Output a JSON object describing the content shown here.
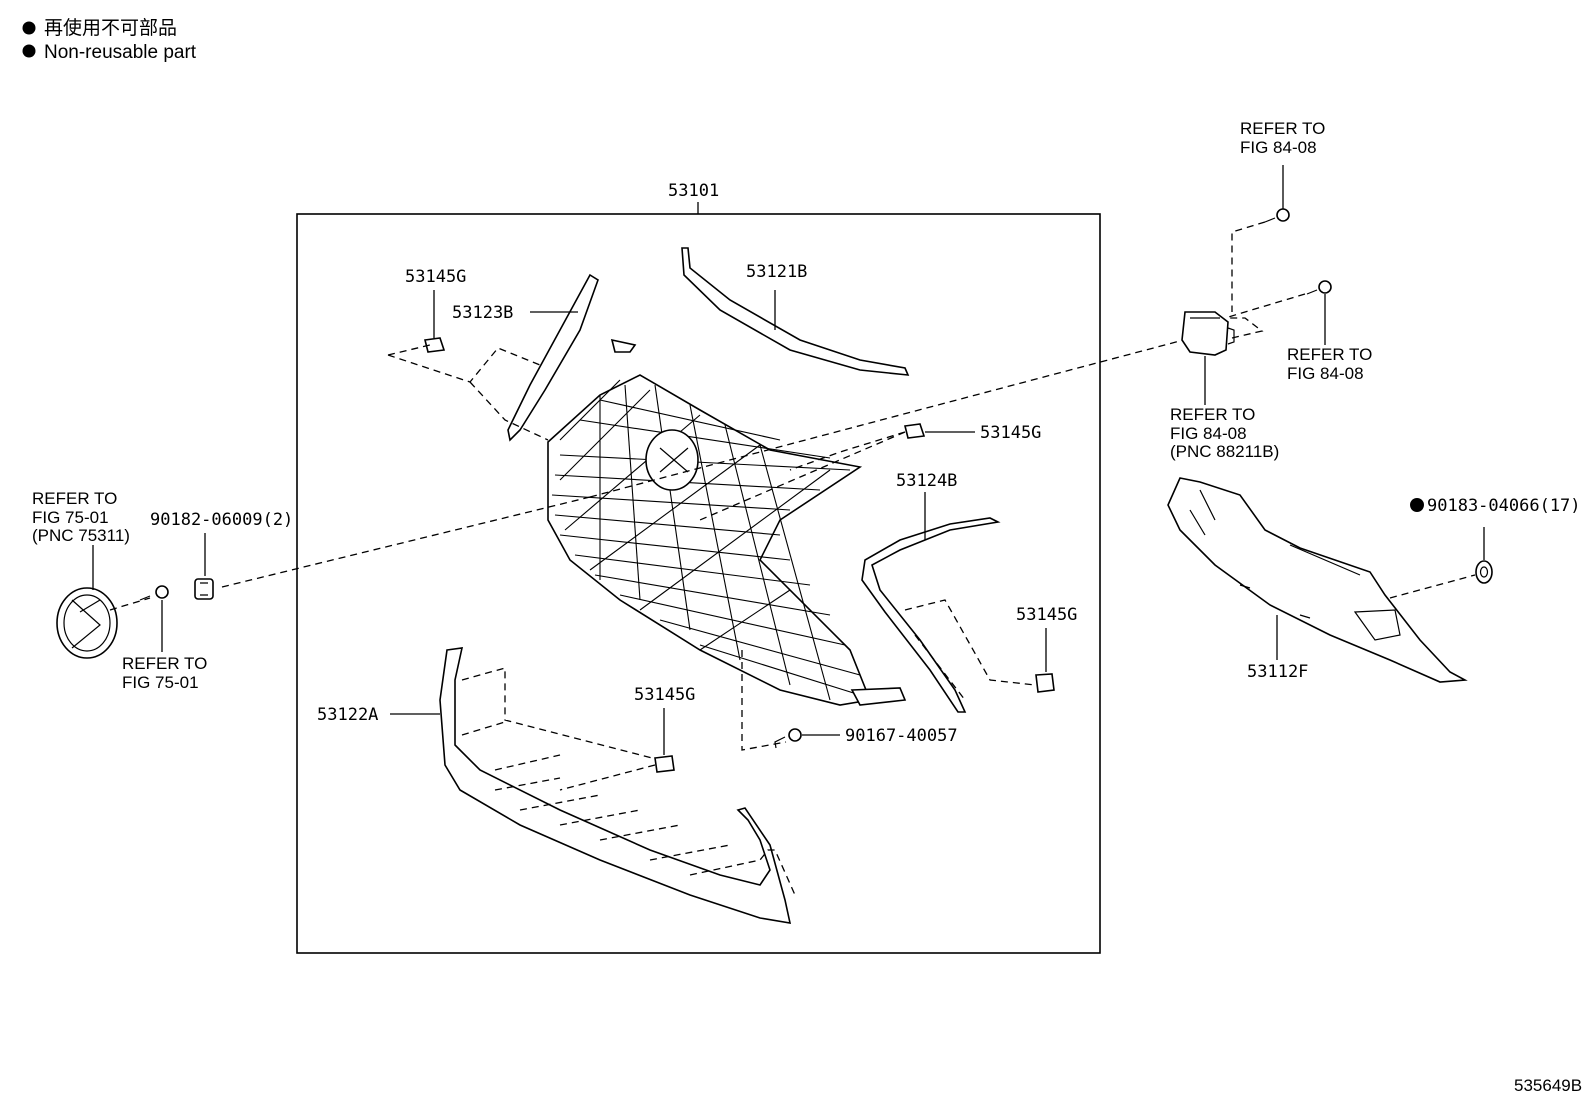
{
  "legend": {
    "line1": "再使用不可部品",
    "line2": "Non-reusable part"
  },
  "figure_number": "535649B",
  "labels": {
    "assembly": "53101",
    "p53145g_a": "53145G",
    "p53123b": "53123B",
    "p53121b": "53121B",
    "p53145g_b": "53145G",
    "p53124b": "53124B",
    "p53145g_c": "53145G",
    "p53145g_d": "53145G",
    "p53122a": "53122A",
    "p90167": "90167-40057",
    "p90182": "90182-06009(2)",
    "p90183": "90183-04066(17)",
    "p53112f": "53112F"
  },
  "refs": {
    "top_right": [
      "REFER TO",
      "FIG 84-08"
    ],
    "right_mid": [
      "REFER TO",
      "FIG 84-08"
    ],
    "sensor": [
      "REFER TO",
      "FIG 84-08",
      "(PNC 88211B)"
    ],
    "emblem": [
      "REFER TO",
      "FIG 75-01",
      "(PNC 75311)"
    ],
    "emblem_bolt": [
      "REFER TO",
      "FIG 75-01"
    ]
  }
}
